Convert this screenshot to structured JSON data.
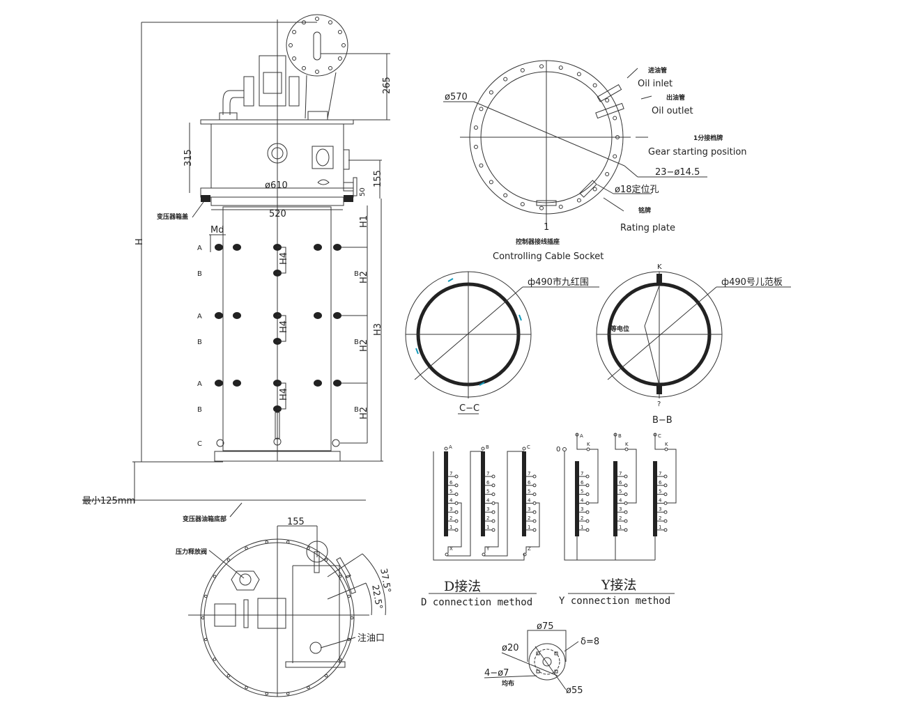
{
  "elevation": {
    "dim_H": "H",
    "dim_265": "265",
    "dim_315": "315",
    "dim_155": "155",
    "dim_50": "50",
    "dim_610": "ø610",
    "dim_520": "520",
    "dim_H1": "H1",
    "dim_H2": "H2",
    "dim_H3": "H3",
    "dim_H4": "H4",
    "md": "Md",
    "tank_cover": "变压器箱盖",
    "min_depth": "最小125mm",
    "tank_bottom": "变压器油箱底部",
    "markers": [
      "A",
      "B",
      "C"
    ]
  },
  "top_view": {
    "dim_155": "155",
    "pressure_valve": "压力释放阀",
    "oil_filler": "注油口",
    "angle_37": "37.5°",
    "angle_22": "22.5°"
  },
  "flange_plan": {
    "dia_570": "ø570",
    "oil_inlet_cn": "进油管",
    "oil_inlet": "Oil inlet",
    "oil_outlet_cn": "出油管",
    "oil_outlet": "Oil outlet",
    "gear_cn": "1分接档牌",
    "gear": "Gear starting position",
    "holes": "23−ø14.5",
    "pin": "ø18定位孔",
    "rating_cn": "铭牌",
    "rating": "Rating plate",
    "socket_num": "1",
    "socket_cn": "控制器接线插座",
    "socket": "Controlling Cable Socket"
  },
  "section_cc": {
    "label": "ф490市九红围",
    "title": "C−C"
  },
  "section_bb": {
    "label": "ф490号儿范板",
    "top": "K",
    "bottom": "?",
    "note": "等电位",
    "title": "B−B"
  },
  "d_connection": {
    "title_cn": "D接法",
    "title": "D connection method",
    "phases": [
      "A",
      "B",
      "C"
    ],
    "ends": [
      "X",
      "Y",
      "Z"
    ],
    "taps": [
      "7",
      "6",
      "5",
      "4",
      "3",
      "2",
      "1"
    ]
  },
  "y_connection": {
    "title_cn": "Y接法",
    "title": "Y connection method",
    "phases": [
      "A",
      "B",
      "C"
    ],
    "k": "K",
    "neutral": "0"
  },
  "small_flange": {
    "d75": "ø75",
    "delta": "δ=8",
    "d20": "ø20",
    "holes": "4−ø7",
    "holes_cn": "均布",
    "d55": "ø55"
  }
}
